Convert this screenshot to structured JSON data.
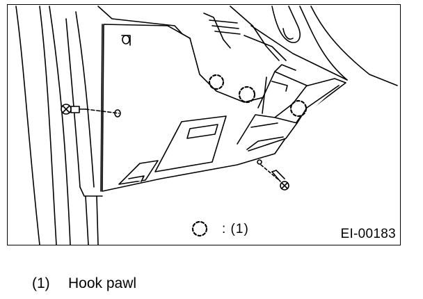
{
  "figure": {
    "legend_symbol": "dashed-circle-icon",
    "legend_text": ": (1)",
    "figure_id": "EI-00183"
  },
  "caption": {
    "number": "(1)",
    "label": "Hook pawl"
  }
}
